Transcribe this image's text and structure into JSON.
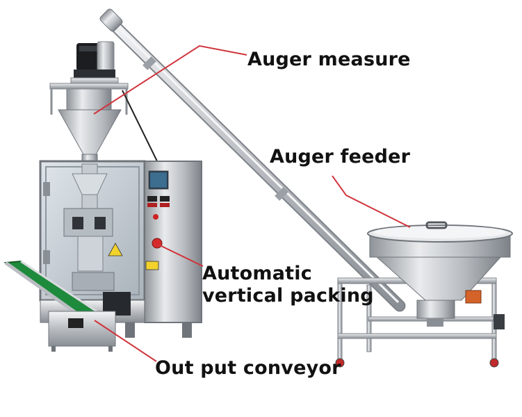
{
  "labels": {
    "auger_measure": "Auger measure",
    "auger_feeder": "Auger feeder",
    "packing_line1": "Automatic",
    "packing_line2": "vertical packing",
    "conveyor": "Out put conveyor"
  },
  "colors": {
    "leader_line": "#d0343c",
    "steel": "#c9ccd0",
    "conveyor_belt": "#1e8a3c",
    "label_text": "#111111"
  }
}
